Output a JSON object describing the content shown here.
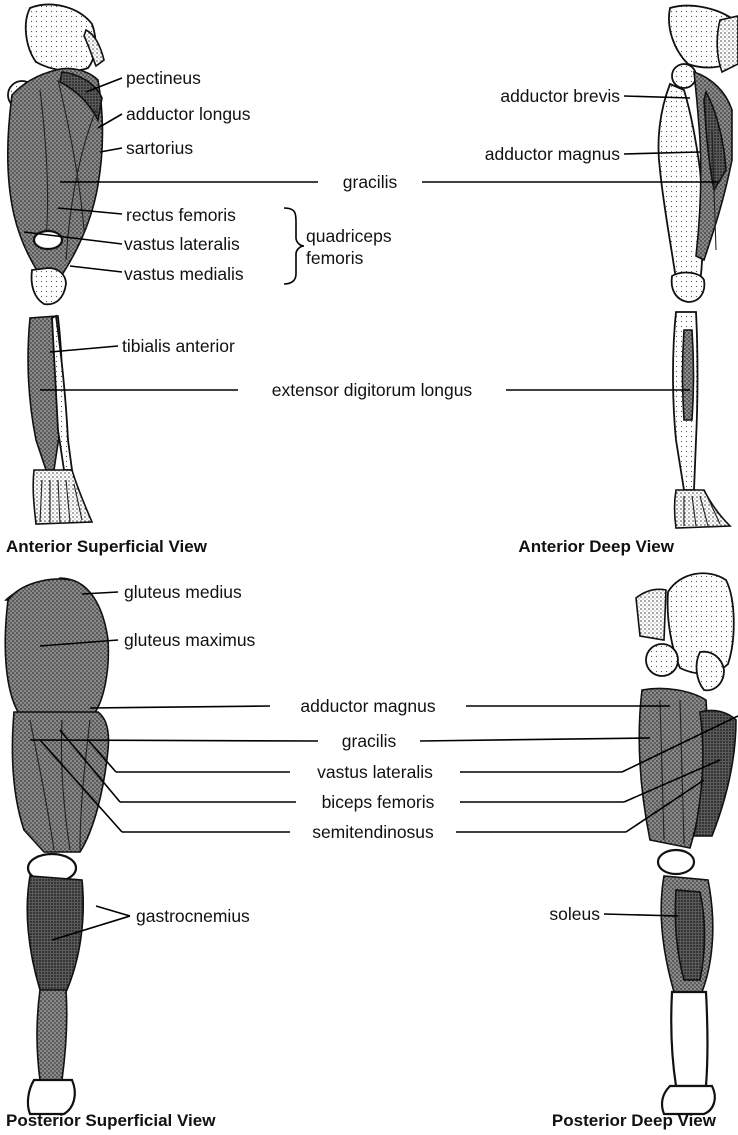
{
  "labels": {
    "pectineus": "pectineus",
    "adductor_longus": "adductor longus",
    "sartorius": "sartorius",
    "gracilis_anterior": "gracilis",
    "rectus_femoris": "rectus femoris",
    "vastus_lateralis_anterior": "vastus lateralis",
    "vastus_medialis": "vastus medialis",
    "quadriceps_line1": "quadriceps",
    "quadriceps_line2": "femoris",
    "tibialis_anterior": "tibialis anterior",
    "extensor_digitorum_longus": "extensor digitorum longus",
    "adductor_brevis": "adductor brevis",
    "adductor_magnus_anterior": "adductor magnus",
    "gluteus_medius": "gluteus medius",
    "gluteus_maximus": "gluteus maximus",
    "adductor_magnus_posterior": "adductor magnus",
    "gracilis_posterior": "gracilis",
    "vastus_lateralis_posterior": "vastus lateralis",
    "biceps_femoris": "biceps femoris",
    "semitendinosus": "semitendinosus",
    "gastrocnemius": "gastrocnemius",
    "soleus": "soleus"
  },
  "captions": {
    "anterior_superficial": "Anterior Superficial View",
    "anterior_deep": "Anterior Deep View",
    "posterior_superficial": "Posterior Superficial View",
    "posterior_deep": "Posterior Deep View"
  },
  "colors": {
    "background": "#ffffff",
    "ink": "#111111"
  }
}
